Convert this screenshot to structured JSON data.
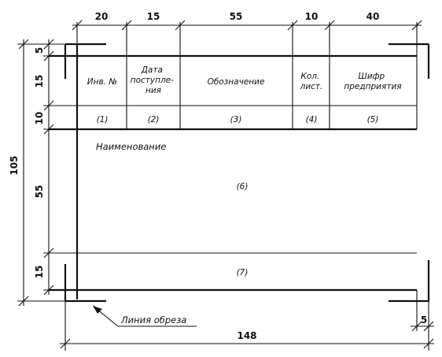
{
  "dimensions": {
    "top": [
      "20",
      "15",
      "55",
      "10",
      "40"
    ],
    "left": [
      "5",
      "15",
      "10",
      "55",
      "15"
    ],
    "overall_height": "105",
    "overall_width": "148",
    "margin_right": "5"
  },
  "header": {
    "inv_no": [
      "Инв. №"
    ],
    "date_received": [
      "Дата",
      "поступле-",
      "ния"
    ],
    "designation": [
      "Обозначение"
    ],
    "sheet_count": [
      "Кол.",
      "лист."
    ],
    "company_code": [
      "Шифр",
      "предприятия"
    ]
  },
  "numbers": {
    "c1": "(1)",
    "c2": "(2)",
    "c3": "(3)",
    "c4": "(4)",
    "c5": "(5)",
    "c6": "(6)",
    "c7": "(7)"
  },
  "name_label": "Наименование",
  "cut_line_label": "Линия обреза"
}
